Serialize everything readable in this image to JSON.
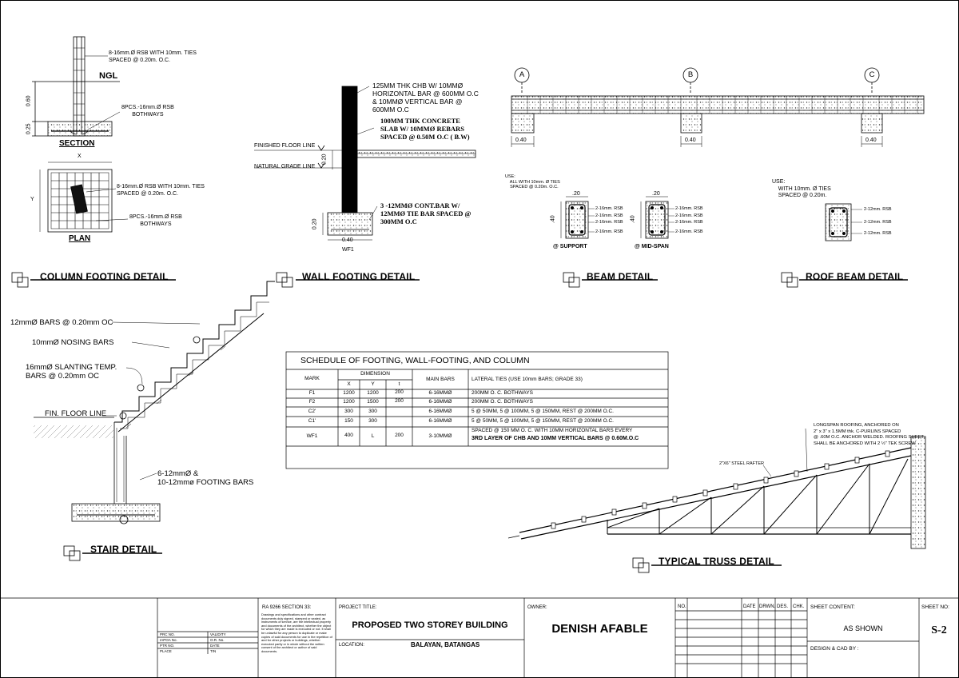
{
  "column_footing": {
    "note_top": "8-16mm.Ø RSB WITH 10mm. TIES\nSPACED @ 0.20m. O.C.",
    "ngl": "NGL",
    "note_bars": "8PCS.-16mm.Ø RSB\nBOTHWAYS",
    "dim_060": "0.60",
    "dim_025": "0.25",
    "section_label": "SECTION",
    "dim_x": "X",
    "dim_y": "Y",
    "plan_note_top": "8-16mm.Ø RSB WITH 10mm. TIES\nSPACED @ 0.20m. O.C.",
    "plan_note_bars": "8PCS.-16mm.Ø RSB\nBOTHWAYS",
    "plan_label": "PLAN",
    "title": "COLUMN FOOTING DETAIL"
  },
  "wall_footing": {
    "note_chb": "125MM THK CHB W/ 10MMØ\nHORIZONTAL BAR @ 600MM O.C\n& 10MMØ VERTICAL BAR @\n600MM O.C",
    "note_slab": "100MM THK CONCRETE SLAB W/ 10MMØ REBARS SPACED @ 0.50M O.C ( B.W)",
    "finished_floor": "FINISHED FLOOR LINE",
    "natural_grade": "NATURAL GRADE LINE",
    "dim_020_upper": "0.20",
    "dim_020_lower": "0.20",
    "note_bars": "3 -12MMØ CONT.BAR W/ 12MMØ TIE BAR SPACED @ 300MM O.C",
    "dim_040": "0.40",
    "tag": "WF1",
    "title": "WALL FOOTING DETAIL"
  },
  "beam": {
    "grid": [
      "A",
      "B",
      "C"
    ],
    "dims": [
      "0.40",
      "0.40",
      "0.40"
    ],
    "use_note": "USE:\n    ALL WITH 10mm. Ø TIES\n    SPACED @ 0.20m. O.C.",
    "sec_w": ".20",
    "sec_h": ".40",
    "bar_labels": [
      "2-16mm. RSB",
      "2-16mm. RSB",
      "2-16mm. RSB",
      "2-16mm. RSB"
    ],
    "support": "@ SUPPORT",
    "midspan": "@ MID-SPAN",
    "title": "BEAM DETAIL"
  },
  "roof_beam": {
    "use_note": "USE:\n    WITH 10mm. Ø TIES\n    SPACED @ 0.20m.",
    "bar_labels": [
      "2-12mm. RSB",
      "2-12mm. RSB",
      "2-12mm. RSB"
    ],
    "title": "ROOF BEAM DETAIL"
  },
  "stair": {
    "bars1": "12mmØ BARS @  0.20mm OC",
    "nosing": "10mmØ NOSING BARS",
    "slanting": "16mmØ SLANTING TEMP.\nBARS @ 0.20mm OC",
    "fin_floor": "FIN. FLOOR LINE",
    "footing_bars": "6-12mmØ &\n10-12mmø FOOTING BARS",
    "title": "STAIR DETAIL"
  },
  "schedule": {
    "title": "SCHEDULE OF FOOTING,  WALL-FOOTING, AND COLUMN",
    "headers": {
      "mark": "MARK",
      "dimension": "DIMENSION",
      "x": "X",
      "y": "Y",
      "t": "t",
      "main_bars": "MAIN BARS",
      "lateral_ties": "LATERAL TIES (USE 10mm BARS; GRADE 33)"
    },
    "rows": [
      {
        "mark": "F1",
        "x": "1200",
        "y": "1200",
        "t": "200",
        "main": "6-16MMØ",
        "ties": "200MM O. C. BOTHWAYS"
      },
      {
        "mark": "F2",
        "x": "1200",
        "y": "1500",
        "t": "200",
        "main": "6-16MMØ",
        "ties": "200MM O. C. BOTHWAYS"
      },
      {
        "mark": "C2'",
        "x": "300",
        "y": "300",
        "t": "",
        "main": "6-16MMØ",
        "ties": "5 @ 50MM, 5 @ 100MM, 5 @ 150MM, REST @ 200MM O.C."
      },
      {
        "mark": "C1'",
        "x": "150",
        "y": "300",
        "t": "",
        "main": "6-16MMØ",
        "ties": "5 @ 50MM, 5 @ 100MM, 5 @ 150MM, REST @ 200MM O.C."
      },
      {
        "mark": "WF1",
        "x": "400",
        "y": "L",
        "t": "200",
        "main": "3-10MMØ",
        "ties": "SPACED @ 150 MM O. C. WITH 10MM HORIZONTAL BARS EVERY",
        "ties2": "3RD LAYER OF CHB AND 10MM VERTICAL BARS @ 0.60M.O.C"
      }
    ]
  },
  "truss": {
    "roofing_note": "LONGSPAN ROOFING, ANCHORED ON\n2\" x 3\" x 1.5MM thk. C-PURLINS SPACED\n@ .60M O.C.  ANCHOR WELDED. ROOFING SHEET\nSHALL BE ANCHORED WITH 2 ½\" TEK SCREW",
    "rafter_note": "2\"X6\" STEEL RAFTER",
    "title": "TYPICAL TRUSS DETAIL"
  },
  "title_block": {
    "ra_title": "RA 9266 SECTION 33:",
    "ra_text": "Drawings and specifications and other contract documents duly signed, stamped or sealed, as instruments of service, are the intellectual property and documents of the architect, whether the object for which they are made is executed or not. It shall be unlawful for any person to duplicate or make copies of said documents for use in the repetition of and for other projects or buildings, whether executed partly or in whole without the written consent of the architect or author of said documents.",
    "prc_no": "PRC NO.",
    "validity": "VALIDITY",
    "ptr_no": "PTR NO.",
    "date": "DATE",
    "iapoa_no": "IAPOA No.",
    "or_no": "O.R. No.",
    "place": "PLACE",
    "tin": "TIN",
    "project_title_label": "PROJECT TITLE:",
    "project_title": "PROPOSED TWO STOREY BUILDING",
    "location_label": "LOCATION:",
    "location": "BALAYAN, BATANGAS",
    "owner_label": "OWNER:",
    "owner": "DENISH AFABLE",
    "no": "NO.",
    "rev_date": "DATE",
    "drwn": "DRWN.",
    "des": "DES.",
    "chk": "CHK.",
    "sheet_content_label": "SHEET CONTENT:",
    "sheet_content": "AS SHOWN",
    "design_cad": "DESIGN & CAD BY :",
    "sheet_no_label": "SHEET NO:",
    "sheet_no": "S-2"
  }
}
